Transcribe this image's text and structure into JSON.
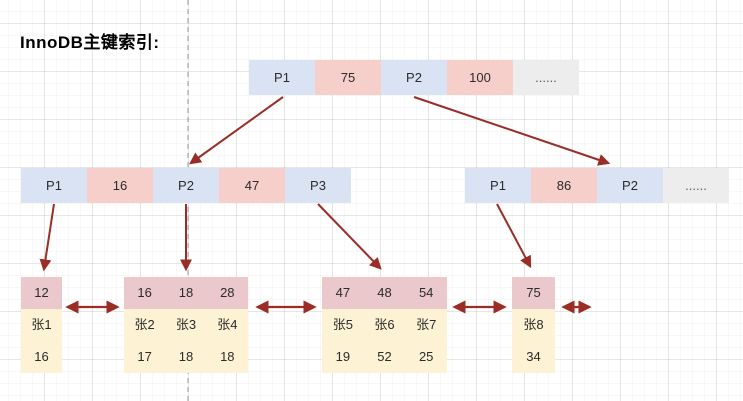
{
  "title": "InnoDB主键索引:",
  "colors": {
    "pointer_cell_blue": "#dae3f3",
    "key_cell_pink": "#f6cfca",
    "ellipsis_cell_gray": "#ededed",
    "leaf_key_header_pink": "#ebc8cb",
    "leaf_row_cream": "#fdf3d4",
    "arrow_red": "#9a2d25",
    "dashed_guide_gray": "#9a9a9a",
    "text": "#2b2b2b"
  },
  "nodes": {
    "root": {
      "cells": [
        "P1",
        "75",
        "P2",
        "100",
        "......"
      ]
    },
    "internal_left": {
      "cells": [
        "P1",
        "16",
        "P2",
        "47",
        "P3"
      ]
    },
    "internal_right": {
      "cells": [
        "P1",
        "86",
        "P2",
        "......"
      ]
    }
  },
  "leaves": [
    {
      "keys": [
        "12"
      ],
      "names": [
        "张1"
      ],
      "values": [
        "16"
      ]
    },
    {
      "keys": [
        "16",
        "18",
        "28"
      ],
      "names": [
        "张2",
        "张3",
        "张4"
      ],
      "values": [
        "17",
        "18",
        "18"
      ]
    },
    {
      "keys": [
        "47",
        "48",
        "54"
      ],
      "names": [
        "张5",
        "张6",
        "张7"
      ],
      "values": [
        "19",
        "52",
        "25"
      ]
    },
    {
      "keys": [
        "75"
      ],
      "names": [
        "张8"
      ],
      "values": [
        "34"
      ]
    }
  ],
  "edges": [
    {
      "from": "root.P1",
      "to": "internal_left.P2",
      "type": "arrow"
    },
    {
      "from": "root.P2",
      "to": "internal_right.P2",
      "type": "arrow"
    },
    {
      "from": "internal_left.P1",
      "to": "leaf_12",
      "type": "arrow"
    },
    {
      "from": "internal_left.P2",
      "to": "leaf_16_18_28",
      "type": "arrow"
    },
    {
      "from": "internal_left.P3",
      "to": "leaf_47_48_54",
      "type": "arrow"
    },
    {
      "from": "internal_right.P1",
      "to": "leaf_75",
      "type": "arrow"
    },
    {
      "between": [
        "leaf_12",
        "leaf_16_18_28"
      ],
      "type": "bidirectional"
    },
    {
      "between": [
        "leaf_16_18_28",
        "leaf_47_48_54"
      ],
      "type": "bidirectional"
    },
    {
      "between": [
        "leaf_47_48_54",
        "leaf_75"
      ],
      "type": "bidirectional"
    },
    {
      "between": [
        "leaf_75",
        "more-leaves"
      ],
      "type": "bidirectional"
    }
  ]
}
